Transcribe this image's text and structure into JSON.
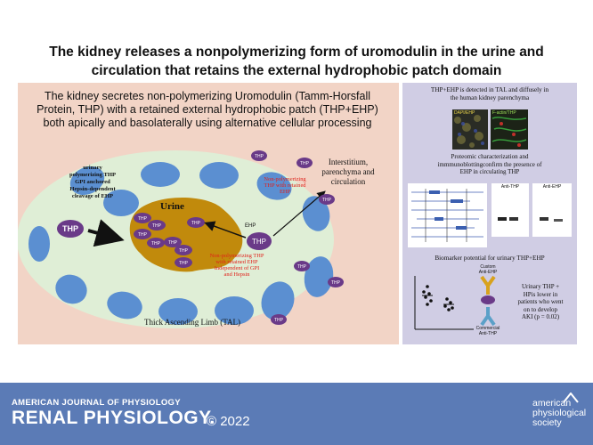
{
  "title": {
    "line1": "The kidney releases a nonpolymerizing form of uromodulin in the urine and",
    "line2": "circulation that retains the external hydrophobic patch domain"
  },
  "main": {
    "heading": {
      "line1": "The kidney secretes non-polymerizing Uromodulin (Tamm-Horsfall",
      "line2": "Protein, THP) with a retained external hydrophobic patch (THP+EHP)",
      "line3": "both apically and basolaterally using alternative cellular processing"
    },
    "urine_label": "Urine",
    "tal_label": "Thick Ascending Limb (TAL)",
    "interstitium_label": {
      "line1": "Interstitium,",
      "line2": "parenchyma and",
      "line3": "circulation"
    },
    "polymerizing_note": {
      "line1": "urinary",
      "line2": "polymerizing THP",
      "line3": "GPI anchored",
      "line4": "Hepsin-dependent",
      "line5": "cleavage of EHP"
    },
    "nonpoly_basolateral_note": {
      "line1": "Non-polymerizing",
      "line2": "THP with retained",
      "line3": "EHP"
    },
    "nonpoly_apical_note": {
      "line1": "Non-polymerizing THP",
      "line2": "with retained EHP",
      "line3": "Independent of GPI",
      "line4": "and Hepsin"
    },
    "thp": "THP",
    "ehp": "EHP"
  },
  "right": {
    "section1": {
      "line1": "THP+EHP is detected in TAL and diffusely in",
      "line2": "the human kidney parenchyma"
    },
    "micro_labels": {
      "left": "DAPI/EHP",
      "right": "F-actin/THP"
    },
    "section2": {
      "line1": "Proteomic characterization and",
      "line2": "immmunoblottingconfirm the presence of",
      "line3": "EHP in circulating THP"
    },
    "blot_labels": {
      "anti_thp": "Anti-THP",
      "anti_ehp": "Anti-EHP"
    },
    "section3": "Biomarker potential for urinary THP+EHP",
    "antibody_labels": {
      "custom_line1": "Custom",
      "custom_line2": "Anti-EHP",
      "commercial_line1": "Commercial",
      "commercial_line2": "Anti-THP"
    },
    "biomarker_note": {
      "line1": "Urinary THP +",
      "line2": "HPis lower in",
      "line3": "patients who went",
      "line4": "on to develop",
      "line5": "AKI (p = 0.02)"
    }
  },
  "footer": {
    "journal_line1": "AMERICAN JOURNAL OF PHYSIOLOGY",
    "journal_line2": "RENAL PHYSIOLOGY.",
    "copyright": "© 2022",
    "publisher_line1": "american",
    "publisher_line2": "physiological",
    "publisher_line3": "society"
  },
  "colors": {
    "main_panel": "#f2d4c6",
    "right_panel": "#d0cde4",
    "cell_blue": "#5b8fd1",
    "tubule_green": "#dfeed6",
    "urine_gold": "#c18a0c",
    "thp_purple": "#6a3a88",
    "red_text": "#e0201a",
    "footer_blue": "#5b7bb6"
  }
}
